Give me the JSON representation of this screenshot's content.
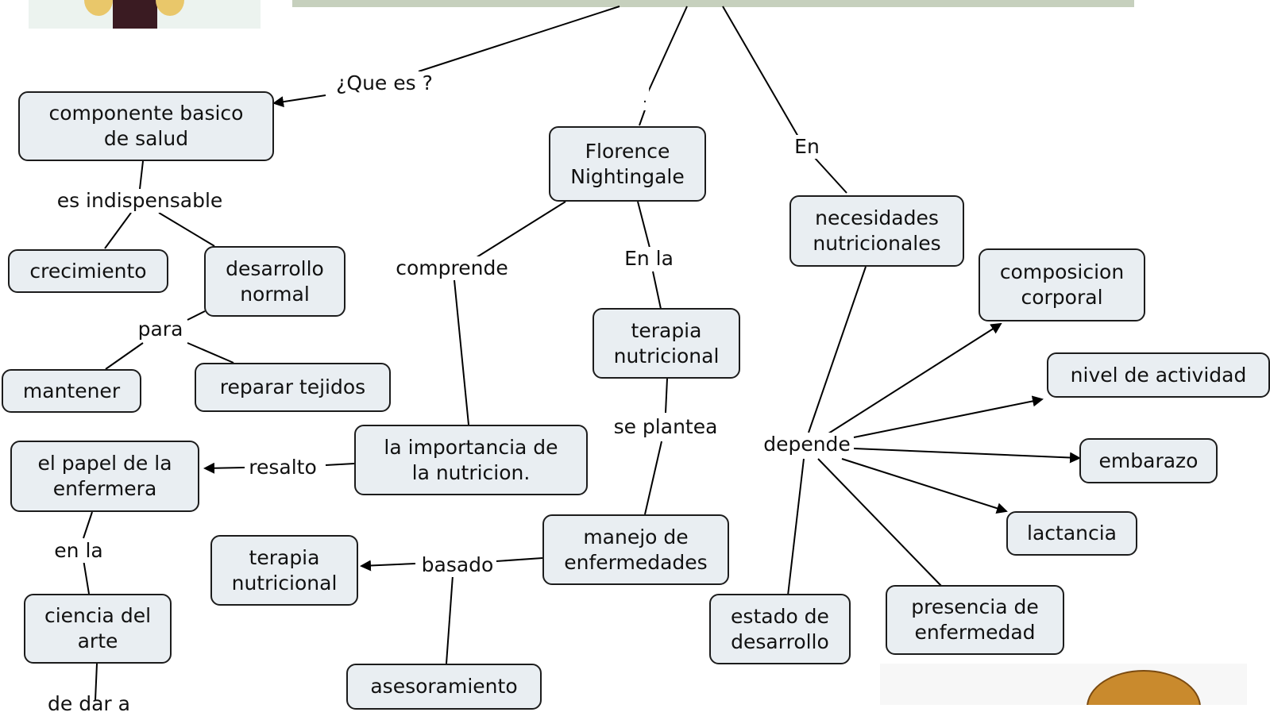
{
  "diagram": {
    "nodes": [
      {
        "id": "componente",
        "text": "componente basico\nde salud"
      },
      {
        "id": "florence",
        "text": "Florence\nNightingale"
      },
      {
        "id": "necesidades",
        "text": "necesidades\nnutricionales"
      },
      {
        "id": "crecimiento",
        "text": "crecimiento"
      },
      {
        "id": "desarrollo",
        "text": "desarrollo\nnormal"
      },
      {
        "id": "composicion",
        "text": "composicion\ncorporal"
      },
      {
        "id": "terapia1",
        "text": "terapia\nnutricional"
      },
      {
        "id": "mantener",
        "text": "mantener"
      },
      {
        "id": "reparar",
        "text": "reparar tejidos"
      },
      {
        "id": "nivel",
        "text": "nivel de actividad"
      },
      {
        "id": "papel",
        "text": "el papel de la\nenfermera"
      },
      {
        "id": "importancia",
        "text": "la importancia de\nla nutricion."
      },
      {
        "id": "embarazo",
        "text": "embarazo"
      },
      {
        "id": "manejo",
        "text": "manejo de\nenfermedades"
      },
      {
        "id": "lactancia",
        "text": "lactancia"
      },
      {
        "id": "terapia2",
        "text": "terapia\nnutricional"
      },
      {
        "id": "ciencia",
        "text": "ciencia del\narte"
      },
      {
        "id": "presencia",
        "text": "presencia de\nenfermedad"
      },
      {
        "id": "estado",
        "text": "estado de\ndesarrollo"
      },
      {
        "id": "asesoramiento",
        "text": "asesoramiento"
      }
    ],
    "labels": [
      {
        "id": "que-es",
        "text": "¿Que es ?"
      },
      {
        "id": "dot",
        "text": "."
      },
      {
        "id": "en",
        "text": "En"
      },
      {
        "id": "es-indispensable",
        "text": "es indispensable"
      },
      {
        "id": "comprende",
        "text": "comprende"
      },
      {
        "id": "en-la",
        "text": "En la"
      },
      {
        "id": "para",
        "text": "para"
      },
      {
        "id": "se-plantea",
        "text": "se plantea"
      },
      {
        "id": "depende",
        "text": "depende"
      },
      {
        "id": "resalto",
        "text": "resalto"
      },
      {
        "id": "en-la-2",
        "text": "en la"
      },
      {
        "id": "basado",
        "text": "basado"
      }
    ],
    "partial_text": "de dar a"
  }
}
